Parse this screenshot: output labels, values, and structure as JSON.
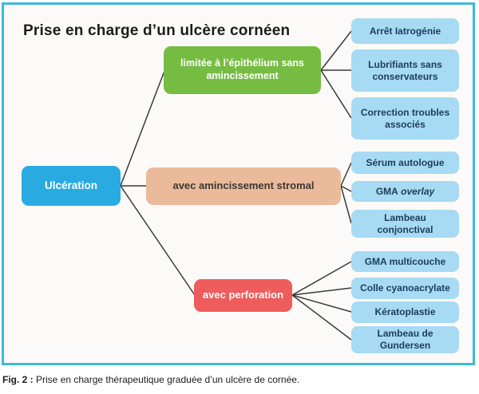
{
  "title": "Prise en charge d’un ulcère cornéen",
  "root": {
    "label": "Ulcération"
  },
  "branches": [
    {
      "id": "epithelium",
      "label": "limitée à l’épithélium sans amincissement",
      "color": "#76BC43"
    },
    {
      "id": "stromal",
      "label": "avec amincissement stromal",
      "color": "#EABA9A"
    },
    {
      "id": "perforation",
      "label": "avec perforation",
      "color": "#EE5C5C"
    }
  ],
  "leaves": [
    {
      "label": "Arrêt Iatrogénie",
      "branch": "epithelium"
    },
    {
      "label": "Lubrifiants sans conservateurs",
      "branch": "epithelium"
    },
    {
      "label": "Correction troubles associés",
      "branch": "epithelium"
    },
    {
      "label": "Sérum autologue",
      "branch": "stromal"
    },
    {
      "label": "GMA overlay",
      "label_main": "GMA ",
      "label_italic": "overlay",
      "branch": "stromal"
    },
    {
      "label": "Lambeau conjonctival",
      "branch": "stromal"
    },
    {
      "label": "GMA multicouche",
      "branch": "perforation"
    },
    {
      "label": "Colle cyanoacrylate",
      "branch": "perforation"
    },
    {
      "label": "Kératoplastie",
      "branch": "perforation"
    },
    {
      "label": "Lambeau de Gundersen",
      "branch": "perforation"
    }
  ],
  "caption": {
    "prefix": "Fig. 2 :",
    "text": "Prise en charge thérapeutique graduée d’un ulcère de cornée."
  },
  "colors": {
    "frame_border": "#3FB7DC",
    "root_node": "#29ABE2",
    "leaf_bg": "#A7DAF3",
    "leaf_text": "#1D3C5C",
    "connector_line": "#3A3A3A"
  }
}
